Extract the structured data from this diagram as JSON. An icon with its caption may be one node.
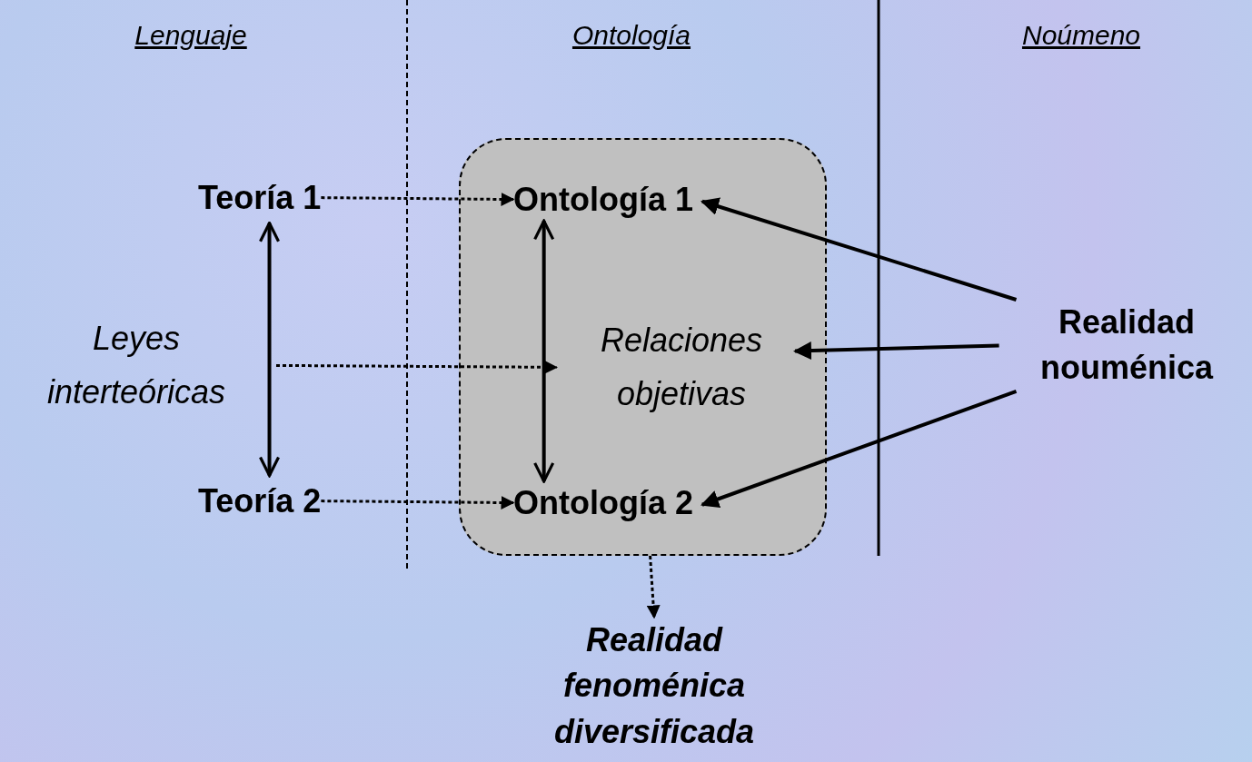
{
  "diagram": {
    "nodes": [
      {
        "text": [
          "Teoría 1"
        ]
      },
      {
        "text": [
          "Leyes interteóricas"
        ]
      },
      {
        "text": [
          "Teoría 2"
        ]
      },
      {
        "text": [],
        "shape": "box"
      },
      {
        "text": [
          "Ontología 1"
        ],
        "in": 3
      },
      {
        "text": [
          "Relaciones objetivas"
        ],
        "in": 3
      },
      {
        "text": [
          "Ontología 2"
        ],
        "in": 3
      },
      {
        "text": [
          "Realidad nouménica"
        ]
      },
      {
        "text": [
          "Realidad fenoménica diversificada"
        ]
      }
    ],
    "edges": [
      {
        "from": 0,
        "to": 4,
        "arrow": "to",
        "style": "dashed"
      },
      {
        "from": 1,
        "to": 5,
        "arrow": "to",
        "style": "dashed"
      },
      {
        "from": 2,
        "to": 6,
        "arrow": "to",
        "style": "dashed"
      },
      {
        "from": 0,
        "to": 2,
        "arrow": "both"
      },
      {
        "from": 4,
        "to": 6,
        "arrow": "both"
      },
      {
        "from": 7,
        "to": 4,
        "arrow": "to"
      },
      {
        "from": 7,
        "to": 5,
        "arrow": "to"
      },
      {
        "from": 7,
        "to": 6,
        "arrow": "to"
      },
      {
        "from": 3,
        "to": 8,
        "arrow": "to",
        "style": "dashed"
      }
    ],
    "labels": [
      "Lenguaje",
      "Ontología",
      "Noúmeno"
    ]
  }
}
